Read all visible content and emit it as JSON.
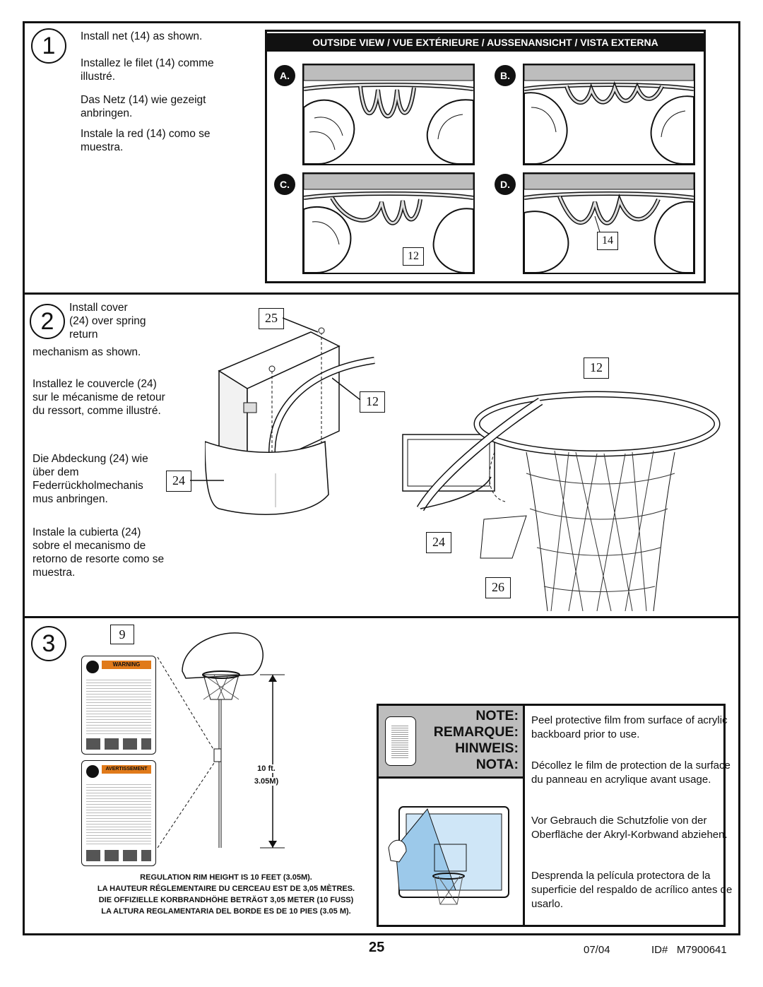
{
  "step1": {
    "number": "1",
    "text_en": "Install net (14) as shown.",
    "text_fr": "Installez le filet (14) comme illustré.",
    "text_de": "Das Netz (14) wie gezeigt anbringen.",
    "text_es": "Instale la red (14) como se muestra.",
    "header": "OUTSIDE VIEW / VUE EXTÉRIEURE / AUSSENANSICHT / VISTA EXTERNA",
    "panels": [
      {
        "label": "A."
      },
      {
        "label": "B."
      },
      {
        "label": "C.",
        "callout": "12"
      },
      {
        "label": "D.",
        "callout": "14"
      }
    ]
  },
  "step2": {
    "number": "2",
    "text_en": "Install cover (24) over spring return mechanism as shown.",
    "text_fr": "Installez le couvercle (24) sur le mécanisme de retour du ressort, comme illustré.",
    "text_de": "Die Abdeckung (24) wie über dem Federrückholmechanis mus anbringen.",
    "text_es": "Instale la cubierta (24) sobre el mecanismo de retorno de resorte como se muestra.",
    "callouts": {
      "c25": "25",
      "c12a": "12",
      "c24a": "24",
      "c12b": "12",
      "c24b": "24",
      "c26": "26"
    }
  },
  "step3": {
    "number": "3",
    "callout9": "9",
    "warning_title": "WARNING",
    "warning_title_fr": "AVERTISSEMENT",
    "height_label": "10 ft.",
    "height_label_m": "3.05M)",
    "reg_en": "REGULATION RIM HEIGHT IS 10 FEET (3.05M).",
    "reg_fr": "LA HAUTEUR RÉGLEMENTAIRE DU CERCEAU EST DE 3,05 MÈTRES.",
    "reg_de": "DIE OFFIZIELLE KORBRANDHÖHE BETRÄGT 3,05 METER (10 FUSS)",
    "reg_es": "LA ALTURA REGLAMENTARIA DEL BORDE ES DE 10 PIES (3.05 M).",
    "note": {
      "title_en": "NOTE:",
      "title_fr": "REMARQUE:",
      "title_de": "HINWEIS:",
      "title_es": "NOTA:",
      "text_en": "Peel protective film from surface of acrylic backboard prior to use.",
      "text_fr": "Décollez le film de protection de la surface du panneau en acrylique avant usage.",
      "text_de": "Vor Gebrauch die Schutzfolie von der Oberfläche der Akryl-Korbwand abziehen.",
      "text_es": "Desprenda la película protectora de la superficie del respaldo de acrílico antes de usarlo."
    }
  },
  "footer": {
    "page": "25",
    "date": "07/04",
    "id": "ID#   M7900641"
  }
}
